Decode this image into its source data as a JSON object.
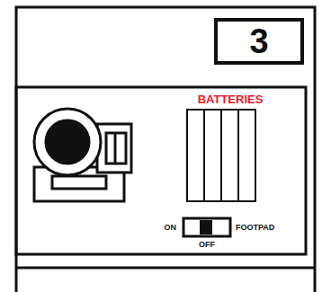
{
  "diagram": {
    "nodes": [
      {
        "text": [
          "3"
        ]
      },
      {
        "text": [
          "BATTERIES"
        ]
      }
    ],
    "labels": [
      "ON",
      "FOOTPAD",
      "OFF"
    ]
  }
}
